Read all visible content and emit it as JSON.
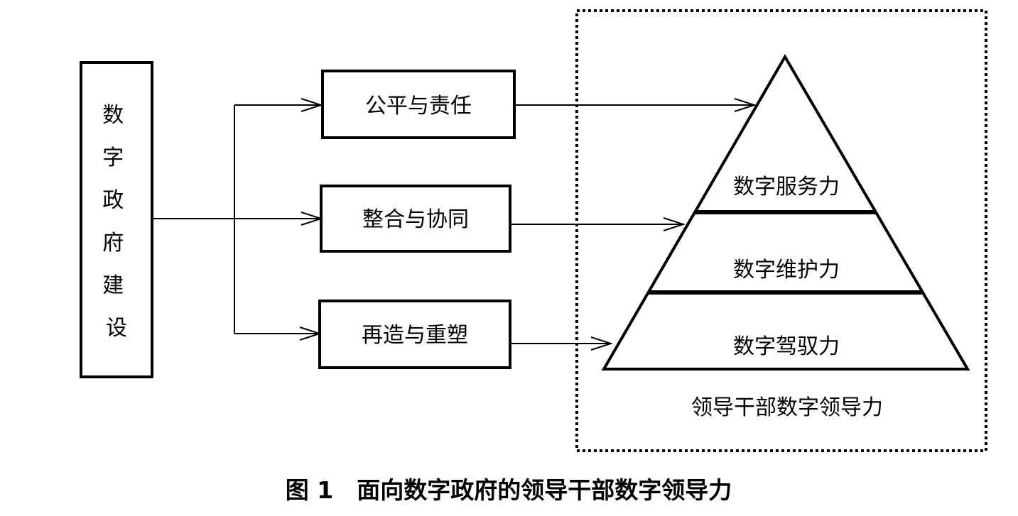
{
  "source": {
    "label": "数字政府建设"
  },
  "middle_boxes": [
    "公平与责任",
    "整合与协同",
    "再造与重塑"
  ],
  "pyramid": {
    "levels": [
      "数字服务力",
      "数字维护力",
      "数字驾驭力"
    ],
    "label": "领导干部数字领导力"
  },
  "caption": "图 1　面向数字政府的领导干部数字领导力"
}
